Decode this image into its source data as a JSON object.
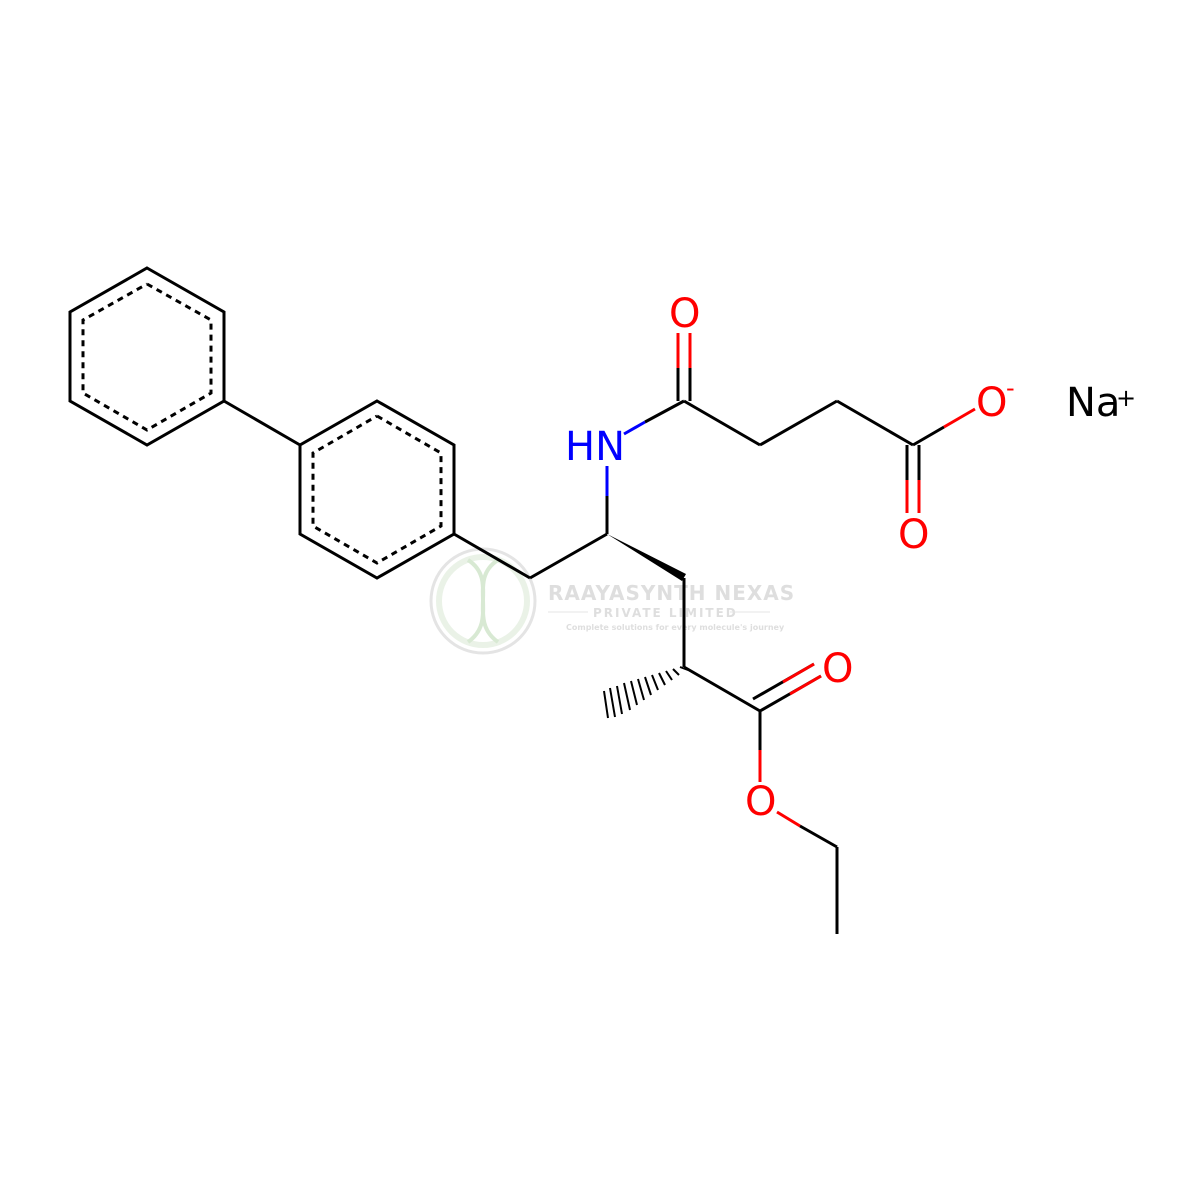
{
  "colors": {
    "bond": "#000000",
    "oxygen": "#ff0000",
    "nitrogen": "#0000ff",
    "carbon": "#000000",
    "watermark": "#c8c8c8"
  },
  "atoms": {
    "amide_nh": "HN",
    "amide_o": "O",
    "carboxylate_o_minus": "O",
    "carboxylate_o_minus_charge": "-",
    "carboxylate_o_double": "O",
    "ester_carbonyl_o": "O",
    "ester_o": "O",
    "sodium": "Na",
    "sodium_charge": "+"
  },
  "watermark": {
    "title": "RAAYASYNTH NEXAS",
    "subtitle": "PRIVATE LIMITED",
    "tagline": "Complete solutions for every molecule's journey"
  }
}
